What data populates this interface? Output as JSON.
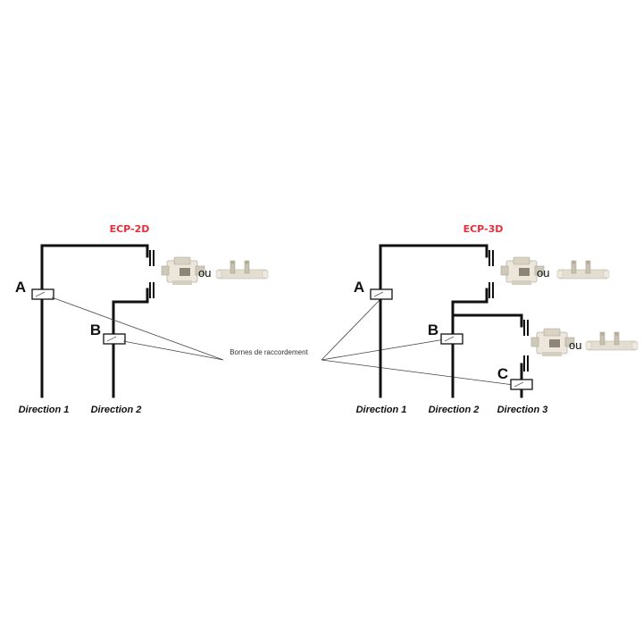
{
  "left_diagram": {
    "title": "ECP-2D",
    "nodes": {
      "a": "A",
      "b": "B"
    },
    "directions": [
      "Direction 1",
      "Direction 2"
    ],
    "or_label": "ou"
  },
  "right_diagram": {
    "title": "ECP-3D",
    "nodes": {
      "a": "A",
      "b": "B",
      "c": "C"
    },
    "directions": [
      "Direction 1",
      "Direction 2",
      "Direction 3"
    ],
    "or_label": "ou",
    "or_label_2": "ou"
  },
  "center_label": "Bornes de raccordement",
  "colors": {
    "title": "#e8303a",
    "wire": "#111111",
    "component_body": "#e6e0d2",
    "rail": "#dcd8cc"
  }
}
